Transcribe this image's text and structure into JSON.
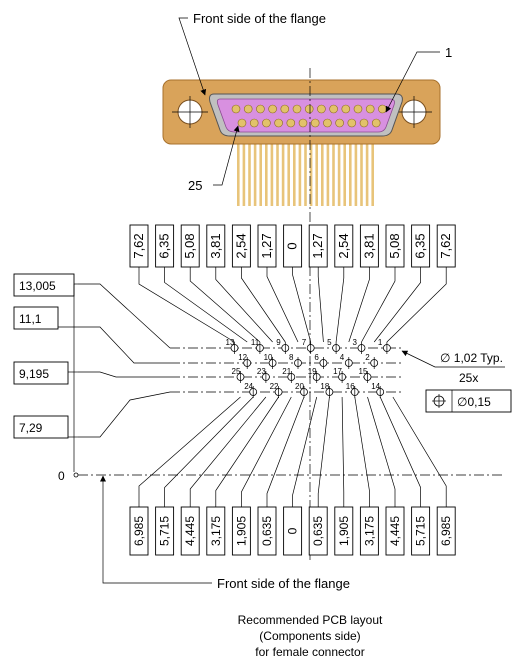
{
  "callouts": {
    "front_side_top": "Front side of the flange",
    "pin1": "1",
    "pin25": "25",
    "front_side_bottom": "Front side of the flange"
  },
  "hole_spec": {
    "diameter": "∅ 1,02 Typ.",
    "count": "25x",
    "tolerance": "∅0,15"
  },
  "top_dims": [
    "7,62",
    "6,35",
    "5,08",
    "3,81",
    "2,54",
    "1,27",
    "0",
    "1,27",
    "2,54",
    "3,81",
    "5,08",
    "6,35",
    "7,62"
  ],
  "bottom_dims": [
    "6,985",
    "5,715",
    "4,445",
    "3,175",
    "1,905",
    "0,635",
    "0",
    "0,635",
    "1,905",
    "3,175",
    "4,445",
    "5,715",
    "6,985"
  ],
  "left_dims": [
    "13,005",
    "11,1",
    "9,195",
    "7,29"
  ],
  "origin_label": "0",
  "pin_numbers": [
    "1",
    "2",
    "3",
    "4",
    "5",
    "6",
    "7",
    "8",
    "9",
    "10",
    "11",
    "12",
    "13",
    "14",
    "15",
    "16",
    "17",
    "18",
    "19",
    "20",
    "21",
    "22",
    "23",
    "24",
    "25"
  ],
  "caption": {
    "line1": "Recommended PCB layout",
    "line2": "(Components side)",
    "line3": "for female connector"
  },
  "colors": {
    "flange": "#d9a35a",
    "flange_edge": "#a8712c",
    "insulator": "#d890e0",
    "contact": "#e2c26a",
    "pins": "#e8c47a"
  }
}
